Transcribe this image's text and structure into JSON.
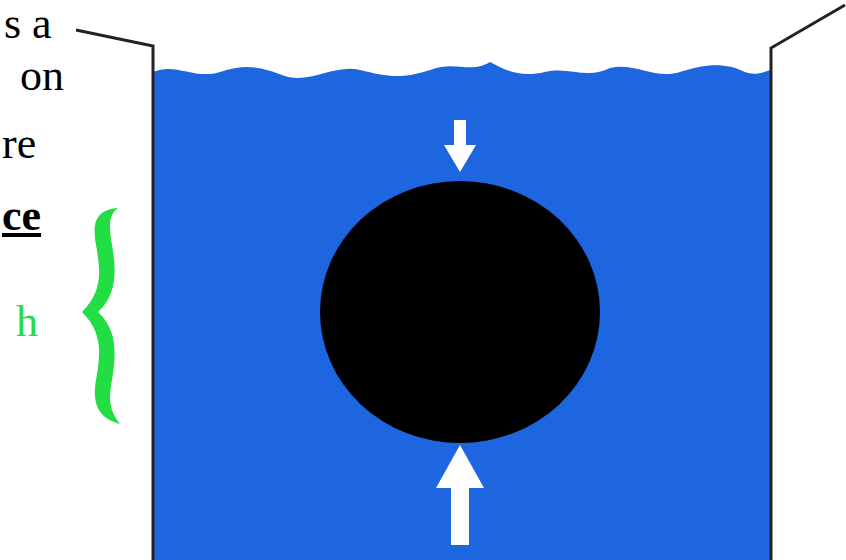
{
  "diagram": {
    "labels": [
      "s a",
      "on",
      "re",
      "ce",
      "h"
    ]
  }
}
